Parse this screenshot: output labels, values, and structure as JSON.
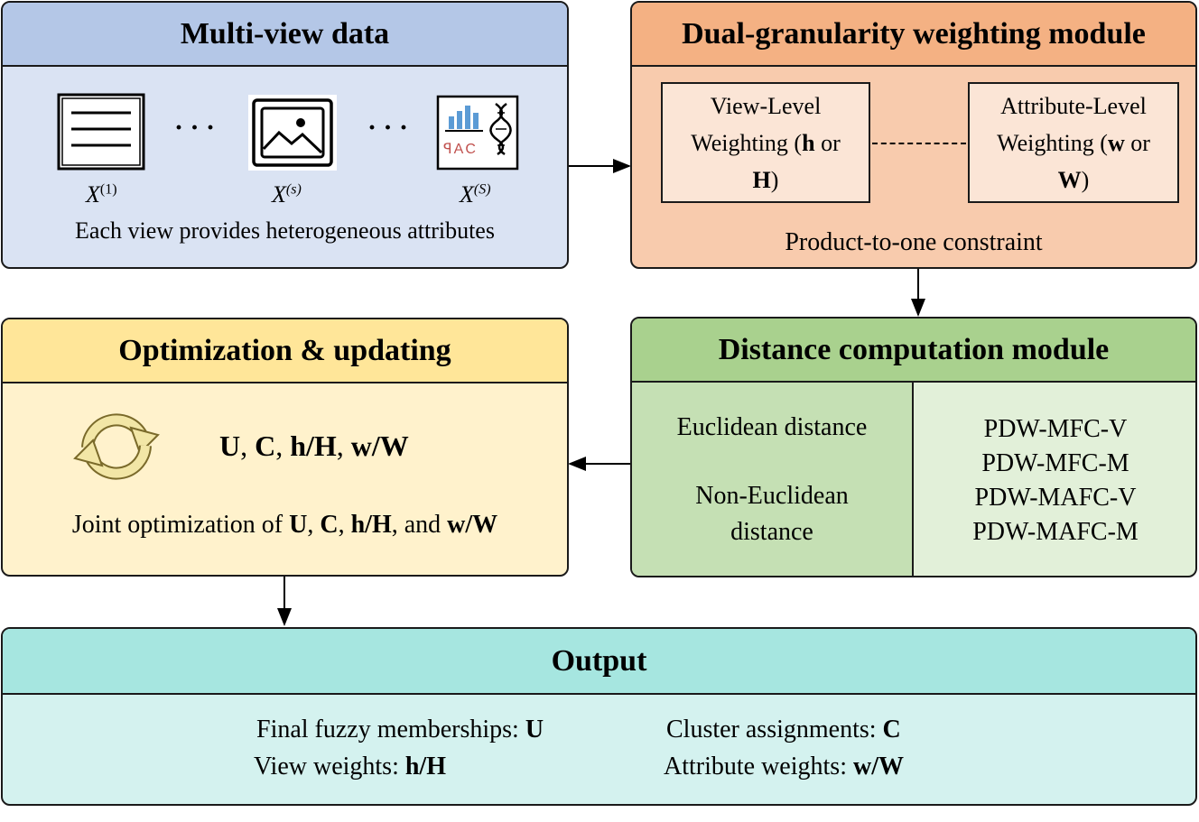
{
  "multiview": {
    "title": "Multi-view data",
    "dots1": "· · ·",
    "dots2": "· · ·",
    "view1_label": "X",
    "view1_sup": "(1)",
    "views_label": "X",
    "views_sup": "(s)",
    "viewS_label": "X",
    "viewS_sup": "(S)",
    "icon3_text": "ꟼAC",
    "caption": "Each view provides heterogeneous attributes",
    "icons": [
      "document-icon",
      "image-icon",
      "mixed-data-icon"
    ]
  },
  "weighting": {
    "title": "Dual-granularity weighting module",
    "view_level": {
      "line1": "View-Level",
      "line2_pre": "Weighting (",
      "sym1": "h",
      "mid": " or",
      "sym2": "H",
      "close": ")"
    },
    "attr_level": {
      "line1": "Attribute-Level",
      "line2_pre": "Weighting (",
      "sym1": "w",
      "mid": " or",
      "sym2": "W",
      "close": ")"
    },
    "constraint": "Product-to-one constraint"
  },
  "distance": {
    "title": "Distance computation module",
    "euclidean": "Euclidean distance",
    "non_euclidean_1": "Non-Euclidean",
    "non_euclidean_2": "distance",
    "methods": [
      "PDW-MFC-V",
      "PDW-MFC-M",
      "PDW-MAFC-V",
      "PDW-MAFC-M"
    ]
  },
  "optimization": {
    "title": "Optimization & updating",
    "vars": {
      "u": "U",
      "sep1": ", ",
      "c": "C",
      "sep2": ", ",
      "h": "h/H",
      "sep3": ", ",
      "w": "w/W"
    },
    "joint": {
      "pre": "Joint optimization of ",
      "u": "U",
      "sep1": ", ",
      "c": "C",
      "sep2": ", ",
      "h": "h/H",
      "sep3": ", and ",
      "w": "w/W"
    }
  },
  "output": {
    "title": "Output",
    "memberships_label": "Final fuzzy memberships: ",
    "memberships_sym": "U",
    "clusters_label": "Cluster assignments: ",
    "clusters_sym": "C",
    "view_weights_label": "View weights: ",
    "view_weights_sym": "h/H",
    "attr_weights_label": "Attribute weights: ",
    "attr_weights_sym": "w/W"
  },
  "colors": {
    "blue_header": "#b4c7e7",
    "blue_body": "#dae3f3",
    "orange_header": "#f4b183",
    "orange_body": "#f8cbad",
    "orange_inner": "#fbe5d6",
    "green_header": "#a9d18e",
    "green_left": "#c5e0b4",
    "green_right": "#e2f0d9",
    "yellow_header": "#ffe699",
    "yellow_body": "#fff2cc",
    "teal_header": "#a6e6e0",
    "teal_body": "#d4f2ef"
  }
}
